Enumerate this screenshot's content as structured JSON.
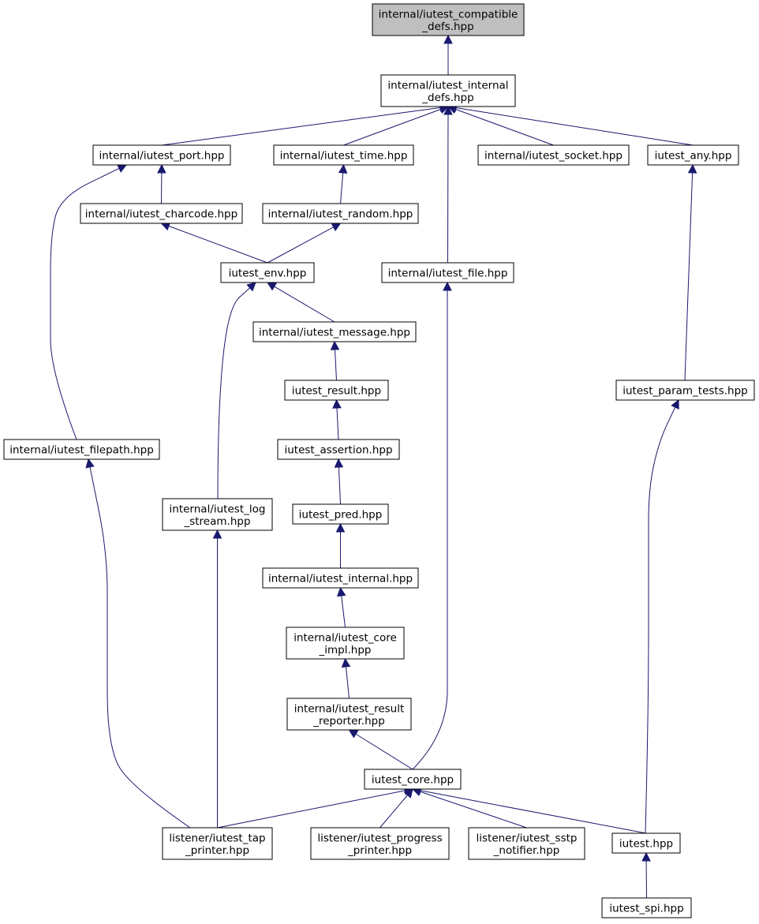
{
  "colors": {
    "edge": "#191970",
    "root_fill": "#bfbfbf",
    "node_fill": "#ffffff",
    "node_border": "#000000"
  },
  "nodes": [
    {
      "id": "compatible_defs",
      "lines": [
        "internal/iutest_compatible",
        "_defs.hpp"
      ],
      "highlight": true
    },
    {
      "id": "internal_defs",
      "lines": [
        "internal/iutest_internal",
        "_defs.hpp"
      ]
    },
    {
      "id": "port",
      "lines": [
        "internal/iutest_port.hpp"
      ]
    },
    {
      "id": "time",
      "lines": [
        "internal/iutest_time.hpp"
      ]
    },
    {
      "id": "socket",
      "lines": [
        "internal/iutest_socket.hpp"
      ]
    },
    {
      "id": "any",
      "lines": [
        "iutest_any.hpp"
      ]
    },
    {
      "id": "charcode",
      "lines": [
        "internal/iutest_charcode.hpp"
      ]
    },
    {
      "id": "random",
      "lines": [
        "internal/iutest_random.hpp"
      ]
    },
    {
      "id": "env",
      "lines": [
        "iutest_env.hpp"
      ]
    },
    {
      "id": "file",
      "lines": [
        "internal/iutest_file.hpp"
      ]
    },
    {
      "id": "message",
      "lines": [
        "internal/iutest_message.hpp"
      ]
    },
    {
      "id": "result",
      "lines": [
        "iutest_result.hpp"
      ]
    },
    {
      "id": "param_tests",
      "lines": [
        "iutest_param_tests.hpp"
      ]
    },
    {
      "id": "assertion",
      "lines": [
        "iutest_assertion.hpp"
      ]
    },
    {
      "id": "filepath",
      "lines": [
        "internal/iutest_filepath.hpp"
      ]
    },
    {
      "id": "log_stream",
      "lines": [
        "internal/iutest_log",
        "_stream.hpp"
      ]
    },
    {
      "id": "pred",
      "lines": [
        "iutest_pred.hpp"
      ]
    },
    {
      "id": "internal",
      "lines": [
        "internal/iutest_internal.hpp"
      ]
    },
    {
      "id": "core_impl",
      "lines": [
        "internal/iutest_core",
        "_impl.hpp"
      ]
    },
    {
      "id": "result_reporter",
      "lines": [
        "internal/iutest_result",
        "_reporter.hpp"
      ]
    },
    {
      "id": "core",
      "lines": [
        "iutest_core.hpp"
      ]
    },
    {
      "id": "tap_printer",
      "lines": [
        "listener/iutest_tap",
        "_printer.hpp"
      ]
    },
    {
      "id": "progress_printer",
      "lines": [
        "listener/iutest_progress",
        "_printer.hpp"
      ]
    },
    {
      "id": "sstp_notifier",
      "lines": [
        "listener/iutest_sstp",
        "_notifier.hpp"
      ]
    },
    {
      "id": "iutest",
      "lines": [
        "iutest.hpp"
      ]
    },
    {
      "id": "spi",
      "lines": [
        "iutest_spi.hpp"
      ]
    }
  ],
  "edges": [
    [
      "internal_defs",
      "compatible_defs"
    ],
    [
      "port",
      "internal_defs"
    ],
    [
      "time",
      "internal_defs"
    ],
    [
      "file",
      "internal_defs"
    ],
    [
      "socket",
      "internal_defs"
    ],
    [
      "any",
      "internal_defs"
    ],
    [
      "charcode",
      "port"
    ],
    [
      "filepath",
      "port"
    ],
    [
      "random",
      "time"
    ],
    [
      "env",
      "charcode"
    ],
    [
      "env",
      "random"
    ],
    [
      "param_tests",
      "any"
    ],
    [
      "message",
      "env"
    ],
    [
      "log_stream",
      "env"
    ],
    [
      "core",
      "file"
    ],
    [
      "result",
      "message"
    ],
    [
      "assertion",
      "result"
    ],
    [
      "pred",
      "assertion"
    ],
    [
      "internal",
      "pred"
    ],
    [
      "core_impl",
      "internal"
    ],
    [
      "result_reporter",
      "core_impl"
    ],
    [
      "core",
      "result_reporter"
    ],
    [
      "tap_printer",
      "filepath"
    ],
    [
      "tap_printer",
      "log_stream"
    ],
    [
      "tap_printer",
      "core"
    ],
    [
      "progress_printer",
      "core"
    ],
    [
      "sstp_notifier",
      "core"
    ],
    [
      "iutest",
      "core"
    ],
    [
      "iutest",
      "param_tests"
    ],
    [
      "spi",
      "iutest"
    ]
  ]
}
